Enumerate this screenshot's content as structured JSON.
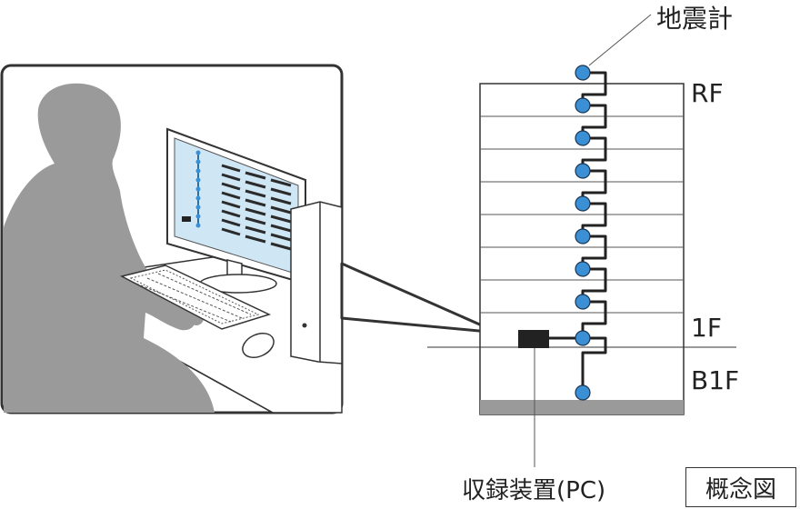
{
  "labels": {
    "seismometer": "地震計",
    "roof_floor": "RF",
    "first_floor": "1F",
    "basement_floor": "B1F",
    "recorder": "収録装置(PC)",
    "concept": "概念図"
  },
  "colors": {
    "sensor": "#3b8fd4",
    "silhouette": "#9a9a9a",
    "ground": "#9a9a9a",
    "line": "#333333"
  },
  "building": {
    "sensor_count": 10
  }
}
